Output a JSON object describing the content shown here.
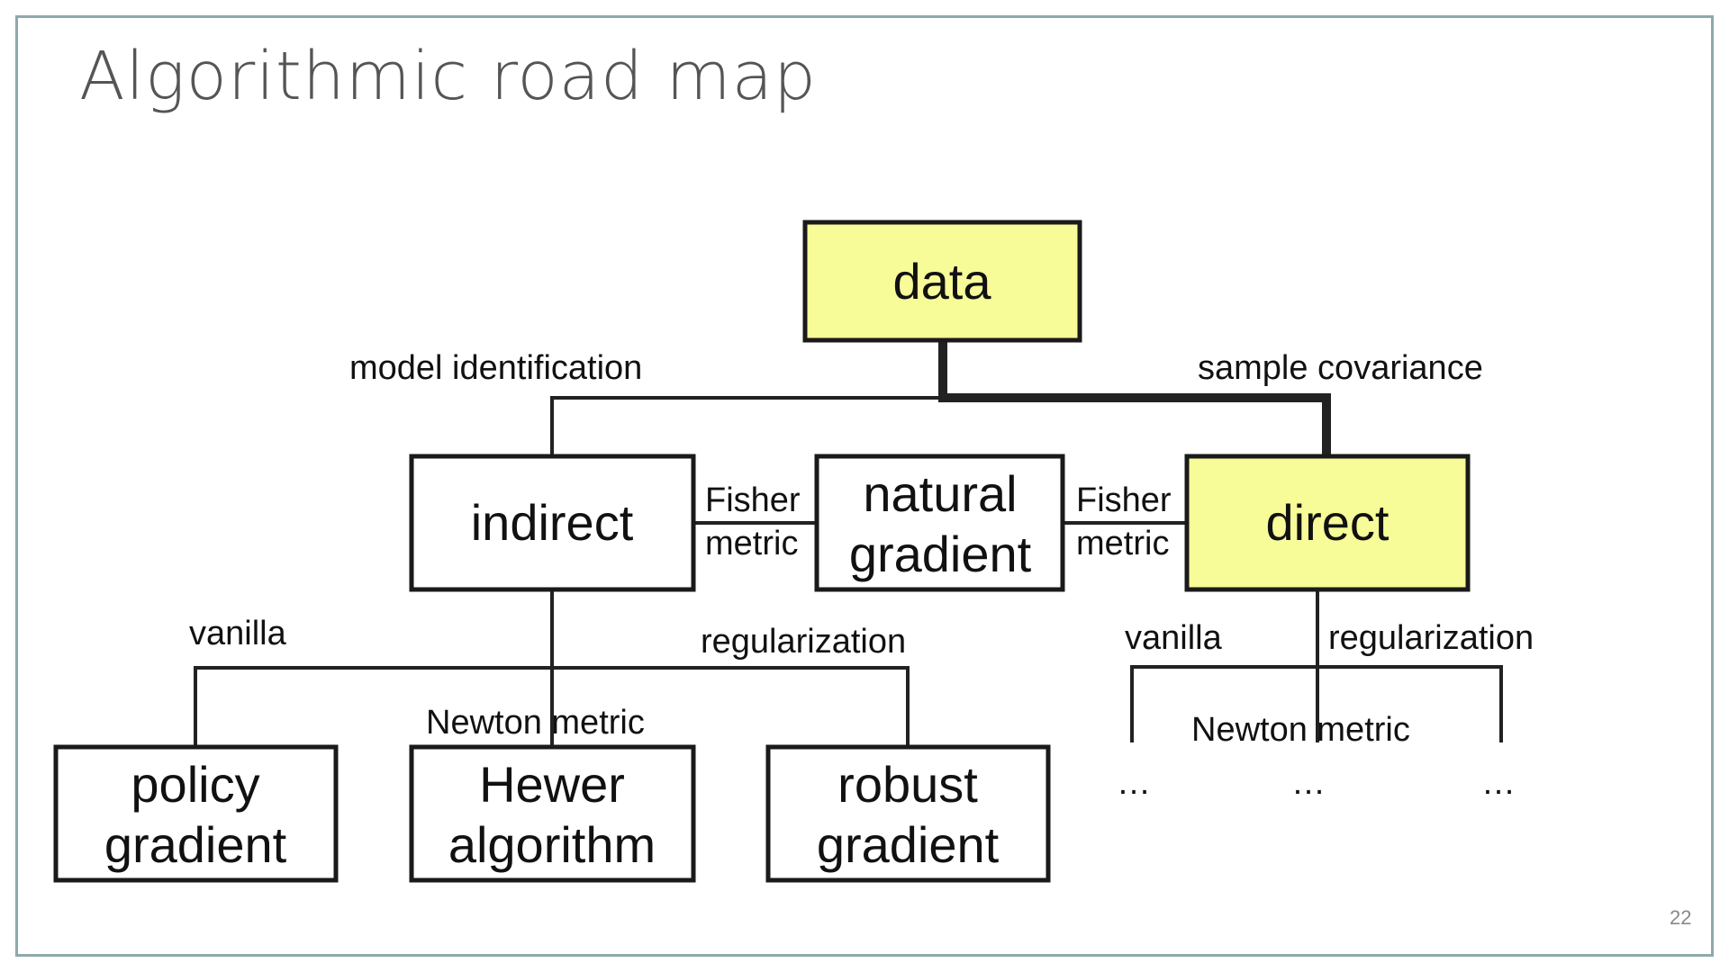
{
  "slide": {
    "title": "Algorithmic road map",
    "page_number": "22"
  },
  "colors": {
    "highlight_fill": "#f7fb98",
    "plain_fill": "#ffffff",
    "line": "#222222",
    "frame": "#8fa9ab"
  },
  "nodes": {
    "data": {
      "label": "data",
      "highlighted": true
    },
    "indirect": {
      "label": "indirect",
      "highlighted": false
    },
    "natural_gradient": {
      "line1": "natural",
      "line2": "gradient",
      "highlighted": false
    },
    "direct": {
      "label": "direct",
      "highlighted": true
    },
    "policy_gradient": {
      "line1": "policy",
      "line2": "gradient",
      "highlighted": false
    },
    "hewer_algorithm": {
      "line1": "Hewer",
      "line2": "algorithm",
      "highlighted": false
    },
    "robust_gradient": {
      "line1": "robust",
      "line2": "gradient",
      "highlighted": false
    }
  },
  "edges": {
    "model_identification": "model identification",
    "sample_covariance": "sample covariance",
    "fisher_left_1": "Fisher",
    "fisher_left_2": "metric",
    "fisher_right_1": "Fisher",
    "fisher_right_2": "metric",
    "vanilla_left": "vanilla",
    "regularization_left": "regularization",
    "newton_left": "Newton metric",
    "vanilla_right": "vanilla",
    "regularization_right": "regularization",
    "newton_right": "Newton metric"
  },
  "placeholders": {
    "left": "…",
    "middle": "…",
    "right": "…"
  }
}
